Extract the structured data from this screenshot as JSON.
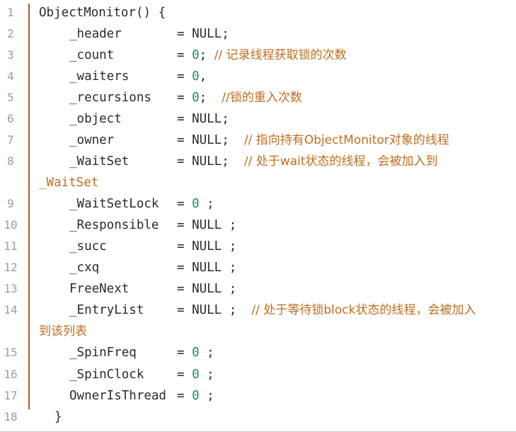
{
  "code": {
    "lines": [
      {
        "n": "1",
        "text": "ObjectMonitor() {"
      },
      {
        "n": "2",
        "name": "_header",
        "op": "= ",
        "val": "NULL",
        "tail": ";"
      },
      {
        "n": "3",
        "name": "_count",
        "op": "= ",
        "num": "0",
        "tail": "; ",
        "comment": "// 记录线程获取锁的次数"
      },
      {
        "n": "4",
        "name": "_waiters",
        "op": "= ",
        "num": "0",
        "tail": ","
      },
      {
        "n": "5",
        "name": "_recursions",
        "op": "= ",
        "num": "0",
        "tail": ";  ",
        "comment": "//锁的重入次数"
      },
      {
        "n": "6",
        "name": "_object",
        "op": "= ",
        "val": "NULL",
        "tail": ";"
      },
      {
        "n": "7",
        "name": "_owner",
        "op": "= ",
        "val": "NULL",
        "tail": ";  ",
        "comment": "// 指向持有ObjectMonitor对象的线程"
      },
      {
        "n": "8",
        "name": "_WaitSet",
        "op": "= ",
        "val": "NULL",
        "tail": ";  ",
        "comment": "// 处于wait状态的线程，会被加入到",
        "wrap": "_WaitSet"
      },
      {
        "n": "9",
        "name": "_WaitSetLock",
        "op": "= ",
        "num": "0",
        "tail": " ;"
      },
      {
        "n": "10",
        "name": "_Responsible",
        "op": "= ",
        "val": "NULL",
        "tail": " ;"
      },
      {
        "n": "11",
        "name": "_succ",
        "op": "= ",
        "val": "NULL",
        "tail": " ;"
      },
      {
        "n": "12",
        "name": "_cxq",
        "op": "= ",
        "val": "NULL",
        "tail": " ;"
      },
      {
        "n": "13",
        "name": "FreeNext",
        "op": "= ",
        "val": "NULL",
        "tail": " ;"
      },
      {
        "n": "14",
        "name": "_EntryList",
        "op": "= ",
        "val": "NULL",
        "tail": " ;  ",
        "comment": "// 处于等待锁block状态的线程，会被加入",
        "wrap": "到该列表"
      },
      {
        "n": "15",
        "name": "_SpinFreq",
        "op": "= ",
        "num": "0",
        "tail": " ;"
      },
      {
        "n": "16",
        "name": "_SpinClock",
        "op": "= ",
        "num": "0",
        "tail": " ;"
      },
      {
        "n": "17",
        "name": "OwnerIsThread",
        "op": "= ",
        "num": "0",
        "tail": " ;"
      },
      {
        "n": "18",
        "text": "}"
      }
    ]
  },
  "colors": {
    "accent_bar": "#b35a2a",
    "line_number": "#8fa0b3",
    "number_literal": "#1a8a6e",
    "comment": "#c06d1d",
    "text": "#2b2b2b"
  }
}
